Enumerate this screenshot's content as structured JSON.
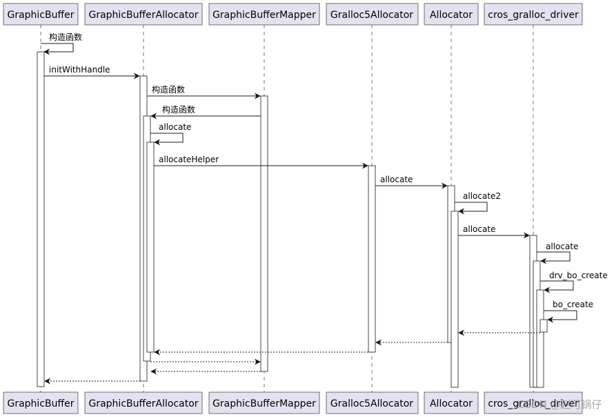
{
  "participants": [
    {
      "id": "gb",
      "label": "GraphicBuffer"
    },
    {
      "id": "gba",
      "label": "GraphicBufferAllocator"
    },
    {
      "id": "gbm",
      "label": "GraphicBufferMapper"
    },
    {
      "id": "g5",
      "label": "Gralloc5Allocator"
    },
    {
      "id": "al",
      "label": "Allocator"
    },
    {
      "id": "cgd",
      "label": "cros_gralloc_driver"
    }
  ],
  "messages": [
    {
      "label": "构造函数"
    },
    {
      "label": "initWithHandle"
    },
    {
      "label": "构造函数"
    },
    {
      "label": "构造函数"
    },
    {
      "label": "allocate"
    },
    {
      "label": "allocateHelper"
    },
    {
      "label": "allocate"
    },
    {
      "label": "allocate2"
    },
    {
      "label": "allocate"
    },
    {
      "label": "allocate"
    },
    {
      "label": "drv_bo_create"
    },
    {
      "label": "bo_create"
    },
    {
      "label": ""
    },
    {
      "label": ""
    },
    {
      "label": ""
    },
    {
      "label": ""
    },
    {
      "label": ""
    },
    {
      "label": ""
    },
    {
      "label": ""
    }
  ],
  "watermark": "CSDN @赵可锅仔"
}
